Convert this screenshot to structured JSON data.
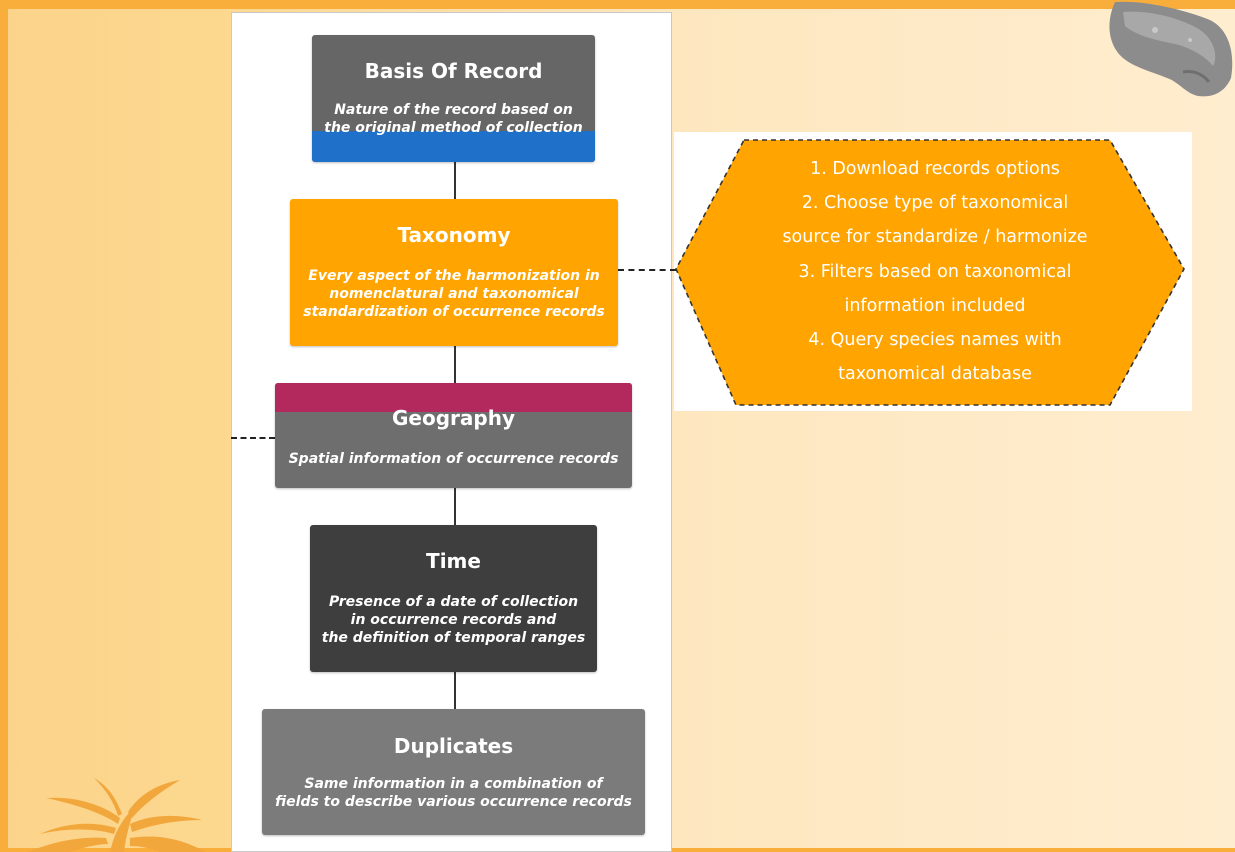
{
  "colors": {
    "slide_bg": "#FDE3B4",
    "frame": "#F9AE3C",
    "basis_fill": "#666666",
    "basis_band": "#1F70C9",
    "taxonomy_fill": "#FFA400",
    "geography_fill": "#6E6E6E",
    "geography_band": "#B3295E",
    "time_fill": "#3E3E3E",
    "duplicates_fill": "#7B7B7B",
    "hex_fill": "#FFA400"
  },
  "flowchart": {
    "basis": {
      "title": "Basis Of Record",
      "desc": [
        "Nature of the record based on",
        "the original method of collection"
      ]
    },
    "taxonomy": {
      "title": "Taxonomy",
      "desc": [
        "Every aspect of the harmonization in",
        "nomenclatural and taxonomical",
        "standardization of occurrence records"
      ]
    },
    "geography": {
      "title": "Geography",
      "desc": [
        "Spatial information of occurrence records"
      ]
    },
    "time": {
      "title": "Time",
      "desc": [
        "Presence of a date of collection",
        "in occurrence records and",
        "the definition of temporal ranges"
      ]
    },
    "duplicates": {
      "title": "Duplicates",
      "desc": [
        "Same information in a combination of",
        "fields to describe various occurrence records"
      ]
    }
  },
  "taxonomy_steps": [
    "1. Download records options",
    "2. Choose type of taxonomical",
    "source for standardize / harmonize",
    "3. Filters based on taxonomical",
    "information included",
    "4. Query species names with",
    "taxonomical database"
  ],
  "decorations": {
    "top_right": "rock-decoration",
    "bottom_left": "fern-decoration"
  }
}
